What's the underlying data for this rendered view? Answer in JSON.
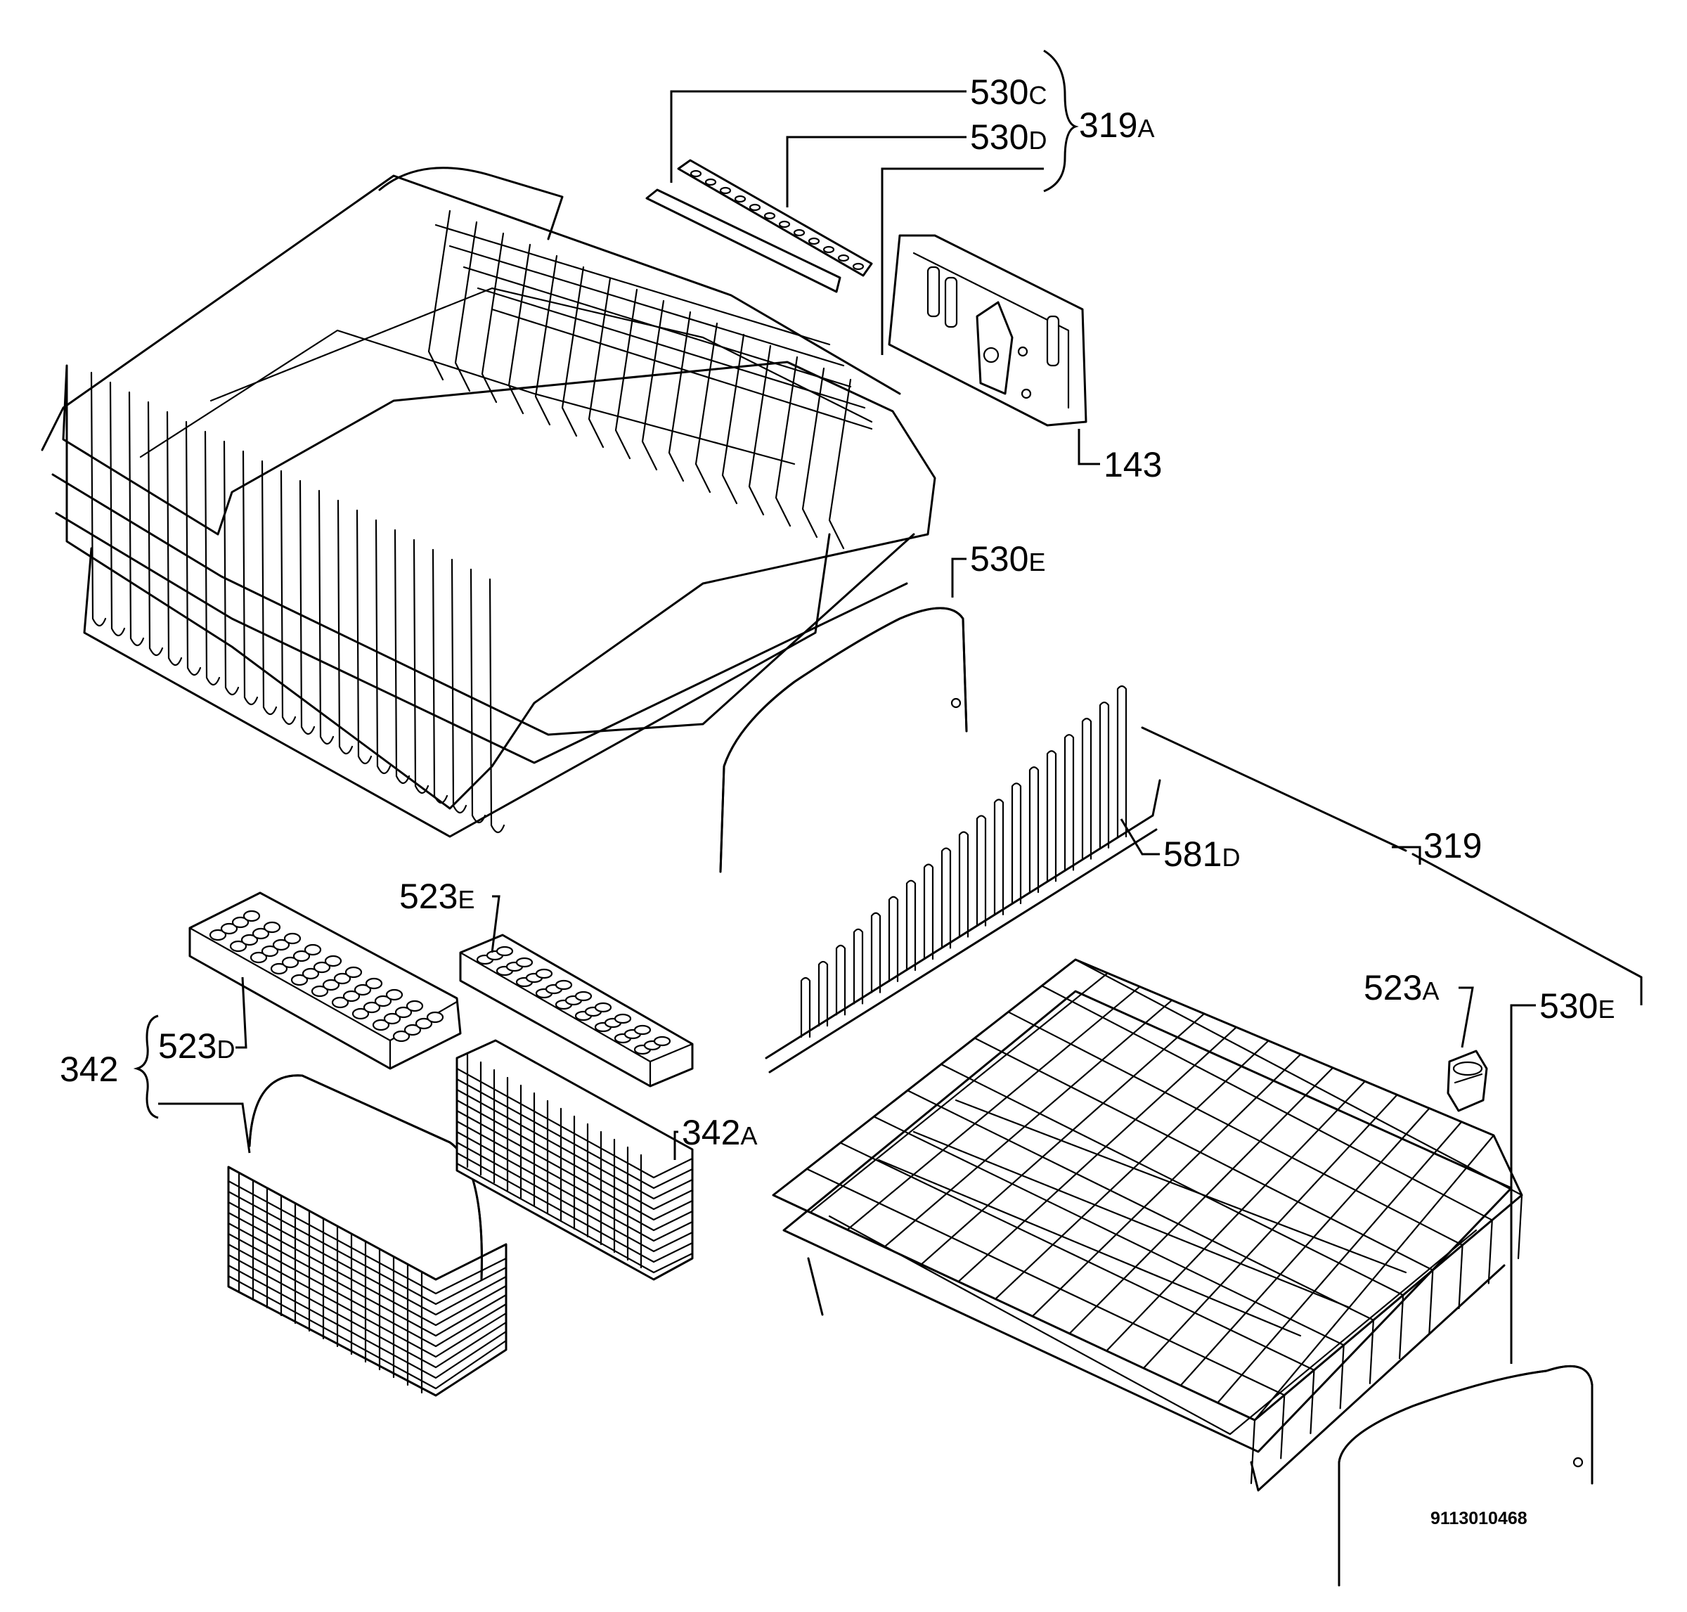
{
  "diagram": {
    "document_number": "9113010468",
    "callouts": [
      {
        "id": "530c",
        "main": "530",
        "suffix": "C"
      },
      {
        "id": "530d",
        "main": "530",
        "suffix": "D"
      },
      {
        "id": "319a",
        "main": "319",
        "suffix": "A"
      },
      {
        "id": "143",
        "main": "143",
        "suffix": ""
      },
      {
        "id": "530e-top",
        "main": "530",
        "suffix": "E"
      },
      {
        "id": "581d",
        "main": "581",
        "suffix": "D"
      },
      {
        "id": "319",
        "main": "319",
        "suffix": ""
      },
      {
        "id": "523e",
        "main": "523",
        "suffix": "E"
      },
      {
        "id": "523a",
        "main": "523",
        "suffix": "A"
      },
      {
        "id": "530e-right",
        "main": "530",
        "suffix": "E"
      },
      {
        "id": "342",
        "main": "342",
        "suffix": ""
      },
      {
        "id": "523d",
        "main": "523",
        "suffix": "D"
      },
      {
        "id": "342a",
        "main": "342",
        "suffix": "A"
      }
    ]
  }
}
